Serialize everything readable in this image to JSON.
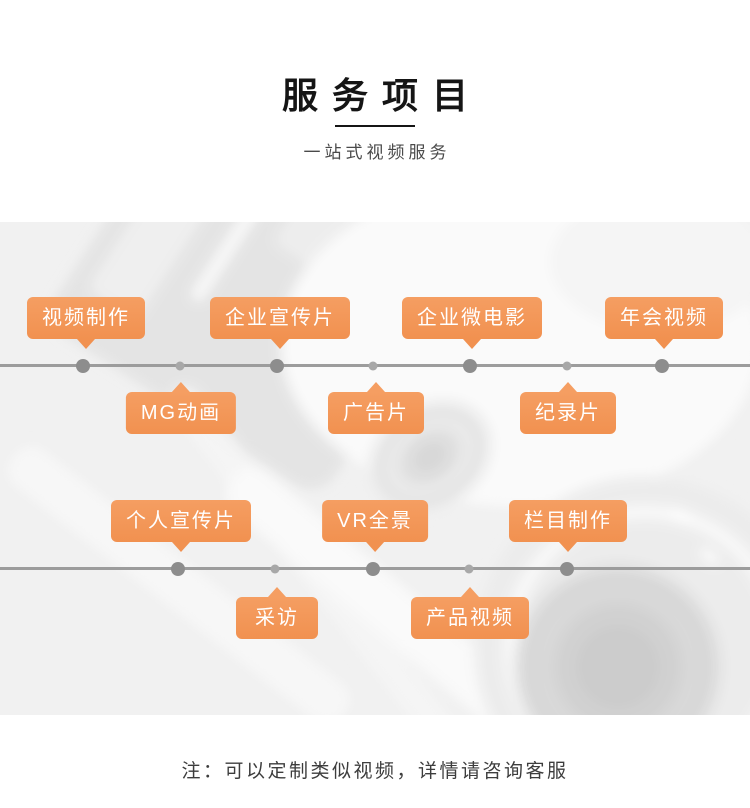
{
  "header": {
    "title": "服务项目",
    "subtitle": "一站式视频服务"
  },
  "services": {
    "tags": [
      {
        "label": "视频制作"
      },
      {
        "label": "企业宣传片"
      },
      {
        "label": "企业微电影"
      },
      {
        "label": "年会视频"
      },
      {
        "label": "MG动画"
      },
      {
        "label": "广告片"
      },
      {
        "label": "纪录片"
      },
      {
        "label": "个人宣传片"
      },
      {
        "label": "VR全景"
      },
      {
        "label": "栏目制作"
      },
      {
        "label": "采访"
      },
      {
        "label": "产品视频"
      }
    ],
    "background_image": "grayscale-camera-photo"
  },
  "footer": {
    "note": "注：可以定制类似视频，详情请咨询客服"
  },
  "colors": {
    "accent": "#f3975a",
    "accent_dark": "#f19150",
    "timeline_line": "#9c9c9c",
    "dot_big": "#8d8d8d",
    "dot_small": "#a8a8a8",
    "section_bg": "#f1f1f1",
    "title_text": "#151515",
    "subtitle_text": "#4a4a4a",
    "note_text": "#3d3d3d",
    "tag_text": "#ffffff"
  }
}
